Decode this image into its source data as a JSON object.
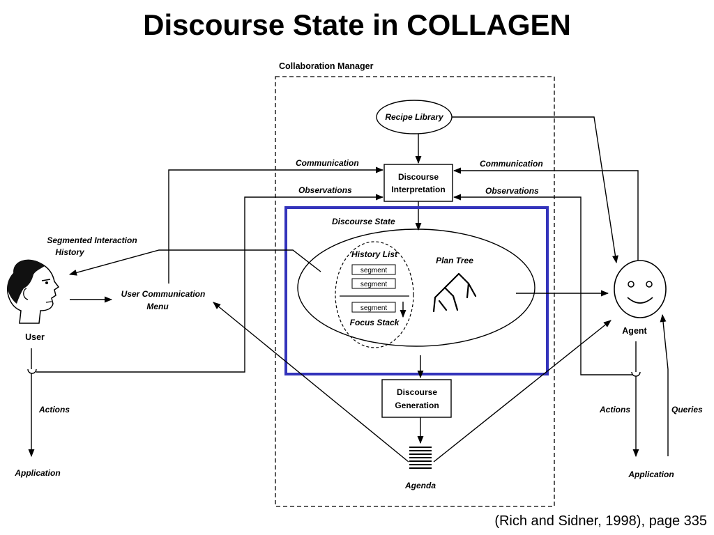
{
  "title": "Discourse State in COLLAGEN",
  "citation": "(Rich and Sidner, 1998),  page 335",
  "diagram": {
    "collaboration_manager": "Collaboration Manager",
    "recipe_library": "Recipe Library",
    "discourse_interpretation": [
      "Discourse",
      "Interpretation"
    ],
    "discourse_state": "Discourse State",
    "history_list": "History List",
    "segment": "segment",
    "focus_stack": "Focus Stack",
    "plan_tree": "Plan Tree",
    "discourse_generation": [
      "Discourse",
      "Generation"
    ],
    "agenda": "Agenda",
    "communication_left": "Communication",
    "observations_left": "Observations",
    "communication_right": "Communication",
    "observations_right": "Observations",
    "segmented_history": [
      "Segmented Interaction",
      "History"
    ],
    "user_comm_menu": [
      "User Communication",
      "Menu"
    ],
    "user": "User",
    "agent": "Agent",
    "actions_left": "Actions",
    "application_left": "Application",
    "actions_right": "Actions",
    "queries": "Queries",
    "application_right": "Application"
  },
  "highlight_color": "#3333bb"
}
